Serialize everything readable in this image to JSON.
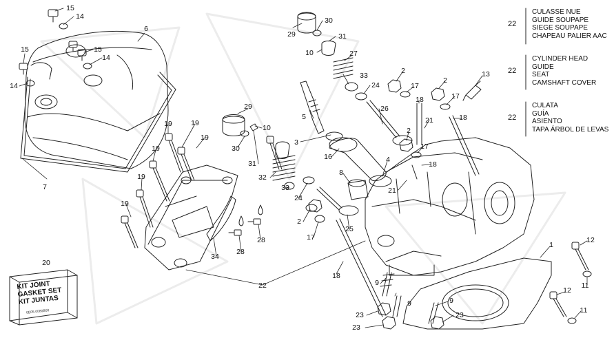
{
  "diagram": {
    "callouts": [
      {
        "id": "c1",
        "text": "15"
      },
      {
        "id": "c2",
        "text": "14"
      },
      {
        "id": "c3",
        "text": "6"
      },
      {
        "id": "c4",
        "text": "15"
      },
      {
        "id": "c5",
        "text": "15"
      },
      {
        "id": "c6",
        "text": "14"
      },
      {
        "id": "c7",
        "text": "14"
      },
      {
        "id": "c8",
        "text": "7"
      },
      {
        "id": "c9",
        "text": "29"
      },
      {
        "id": "c10",
        "text": "30"
      },
      {
        "id": "c11",
        "text": "31"
      },
      {
        "id": "c12",
        "text": "10"
      },
      {
        "id": "c13",
        "text": "27"
      },
      {
        "id": "c14",
        "text": "33"
      },
      {
        "id": "c15",
        "text": "24"
      },
      {
        "id": "c16",
        "text": "5"
      },
      {
        "id": "c17",
        "text": "26"
      },
      {
        "id": "c18",
        "text": "3"
      },
      {
        "id": "c19",
        "text": "16"
      },
      {
        "id": "c20",
        "text": "4"
      },
      {
        "id": "c21",
        "text": "8"
      },
      {
        "id": "c22",
        "text": "25"
      },
      {
        "id": "c23",
        "text": "2"
      },
      {
        "id": "c24",
        "text": "17"
      },
      {
        "id": "c25",
        "text": "2"
      },
      {
        "id": "c26",
        "text": "17"
      },
      {
        "id": "c27",
        "text": "13"
      },
      {
        "id": "c28",
        "text": "18"
      },
      {
        "id": "c29",
        "text": "18"
      },
      {
        "id": "c30",
        "text": "21"
      },
      {
        "id": "c31",
        "text": "2"
      },
      {
        "id": "c32",
        "text": "17"
      },
      {
        "id": "c33",
        "text": "18"
      },
      {
        "id": "c34",
        "text": "21"
      },
      {
        "id": "c35",
        "text": "29"
      },
      {
        "id": "c36",
        "text": "10"
      },
      {
        "id": "c37",
        "text": "30"
      },
      {
        "id": "c38",
        "text": "31"
      },
      {
        "id": "c39",
        "text": "32"
      },
      {
        "id": "c40",
        "text": "33"
      },
      {
        "id": "c41",
        "text": "24"
      },
      {
        "id": "c42",
        "text": "19"
      },
      {
        "id": "c43",
        "text": "19"
      },
      {
        "id": "c44",
        "text": "19"
      },
      {
        "id": "c45",
        "text": "19"
      },
      {
        "id": "c46",
        "text": "19"
      },
      {
        "id": "c47",
        "text": "19"
      },
      {
        "id": "c48",
        "text": "2"
      },
      {
        "id": "c49",
        "text": "17"
      },
      {
        "id": "c50",
        "text": "28"
      },
      {
        "id": "c51",
        "text": "28"
      },
      {
        "id": "c52",
        "text": "34"
      },
      {
        "id": "c53",
        "text": "22"
      },
      {
        "id": "c54",
        "text": "18"
      },
      {
        "id": "c55",
        "text": "1"
      },
      {
        "id": "c56",
        "text": "12"
      },
      {
        "id": "c57",
        "text": "11"
      },
      {
        "id": "c58",
        "text": "12"
      },
      {
        "id": "c59",
        "text": "11"
      },
      {
        "id": "c60",
        "text": "9"
      },
      {
        "id": "c61",
        "text": "9"
      },
      {
        "id": "c62",
        "text": "9"
      },
      {
        "id": "c63",
        "text": "23"
      },
      {
        "id": "c64",
        "text": "23"
      },
      {
        "id": "c65",
        "text": "23"
      },
      {
        "id": "c66",
        "text": "20"
      }
    ],
    "legend": [
      {
        "number": "22",
        "lines": [
          "CULASSE NUE",
          "GUIDE SOUPAPE",
          "SIEGE SOUPAPE",
          "CHAPEAU PALIER AAC"
        ]
      },
      {
        "number": "22",
        "lines": [
          "CYLINDER HEAD",
          "GUIDE",
          "SEAT",
          "CAMSHAFT COVER"
        ]
      },
      {
        "number": "22",
        "lines": [
          "CULATA",
          "GUÍA",
          "ASIENTO",
          "TAPA ÁRBOL DE LEVAS"
        ]
      }
    ],
    "kit": {
      "lines": [
        "KIT JOINT",
        "GASKET SET",
        "KIT JUNTAS"
      ],
      "code": "0E05-0080B00"
    }
  }
}
